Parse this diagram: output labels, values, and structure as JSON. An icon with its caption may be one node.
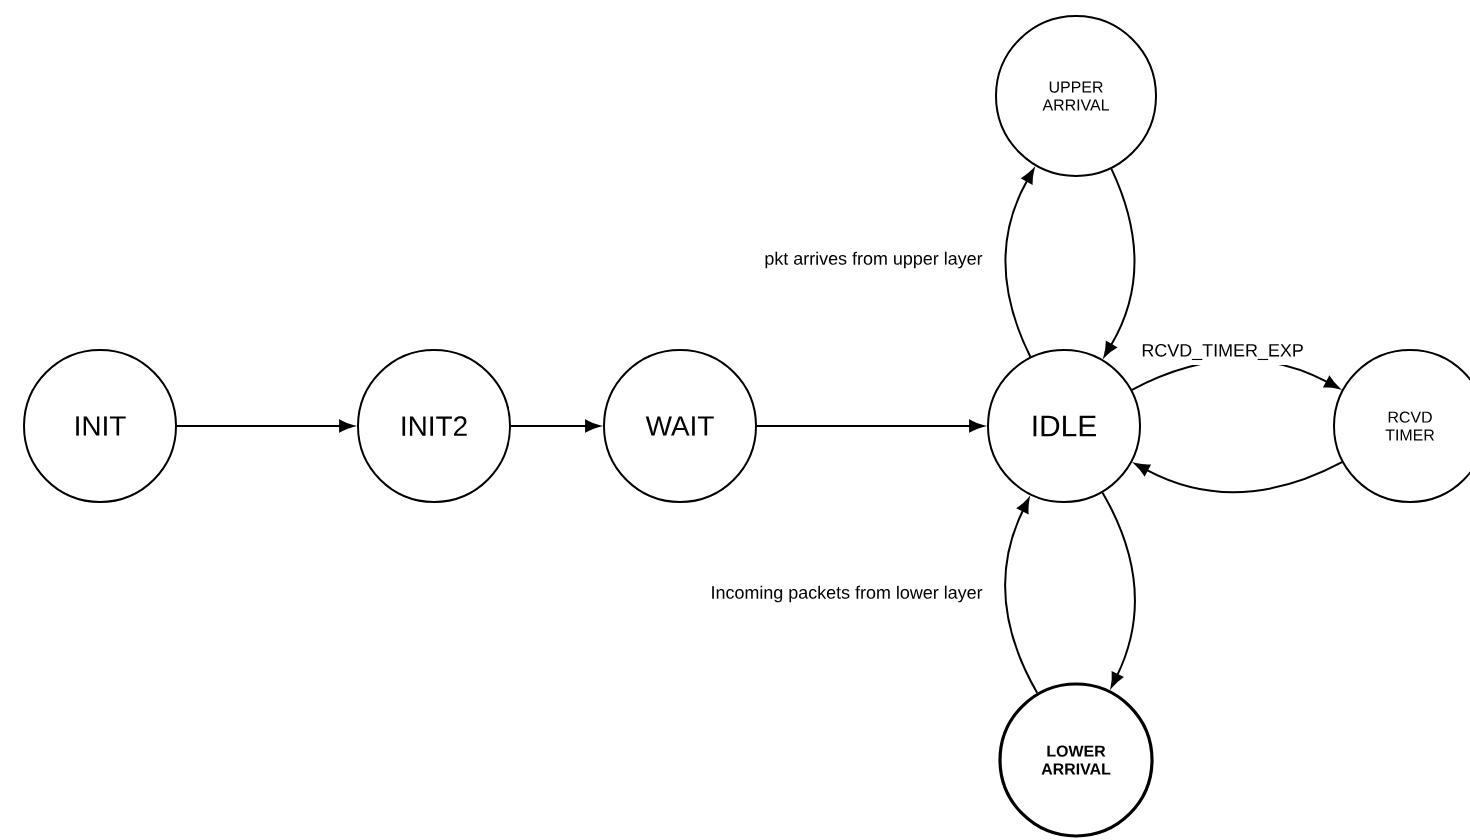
{
  "diagram": {
    "nodes": [
      {
        "text": [
          "INIT"
        ]
      },
      {
        "text": [
          "INIT2"
        ]
      },
      {
        "text": [
          "WAIT"
        ]
      },
      {
        "text": [
          "IDLE"
        ]
      },
      {
        "text": [
          "UPPER ARRIVAL"
        ]
      },
      {
        "text": [
          "RCVD TIMER"
        ]
      },
      {
        "text": [
          "LOWER ARRIVAL"
        ]
      }
    ],
    "edges": [
      {
        "from": 0,
        "to": 1,
        "arrow": "to"
      },
      {
        "from": 1,
        "to": 2,
        "arrow": "to"
      },
      {
        "from": 2,
        "to": 3,
        "arrow": "to"
      },
      {
        "from": 3,
        "to": 4,
        "arrow": "to",
        "label": "pkt arrives from upper layer"
      },
      {
        "from": 4,
        "to": 3,
        "arrow": "to"
      },
      {
        "from": 3,
        "to": 5,
        "arrow": "to",
        "label": "RCVD_TIMER_EXP"
      },
      {
        "from": 5,
        "to": 3,
        "arrow": "to"
      },
      {
        "from": 6,
        "to": 3,
        "arrow": "to",
        "label": "Incoming packets from lower layer"
      },
      {
        "from": 3,
        "to": 6,
        "arrow": "to"
      }
    ]
  }
}
